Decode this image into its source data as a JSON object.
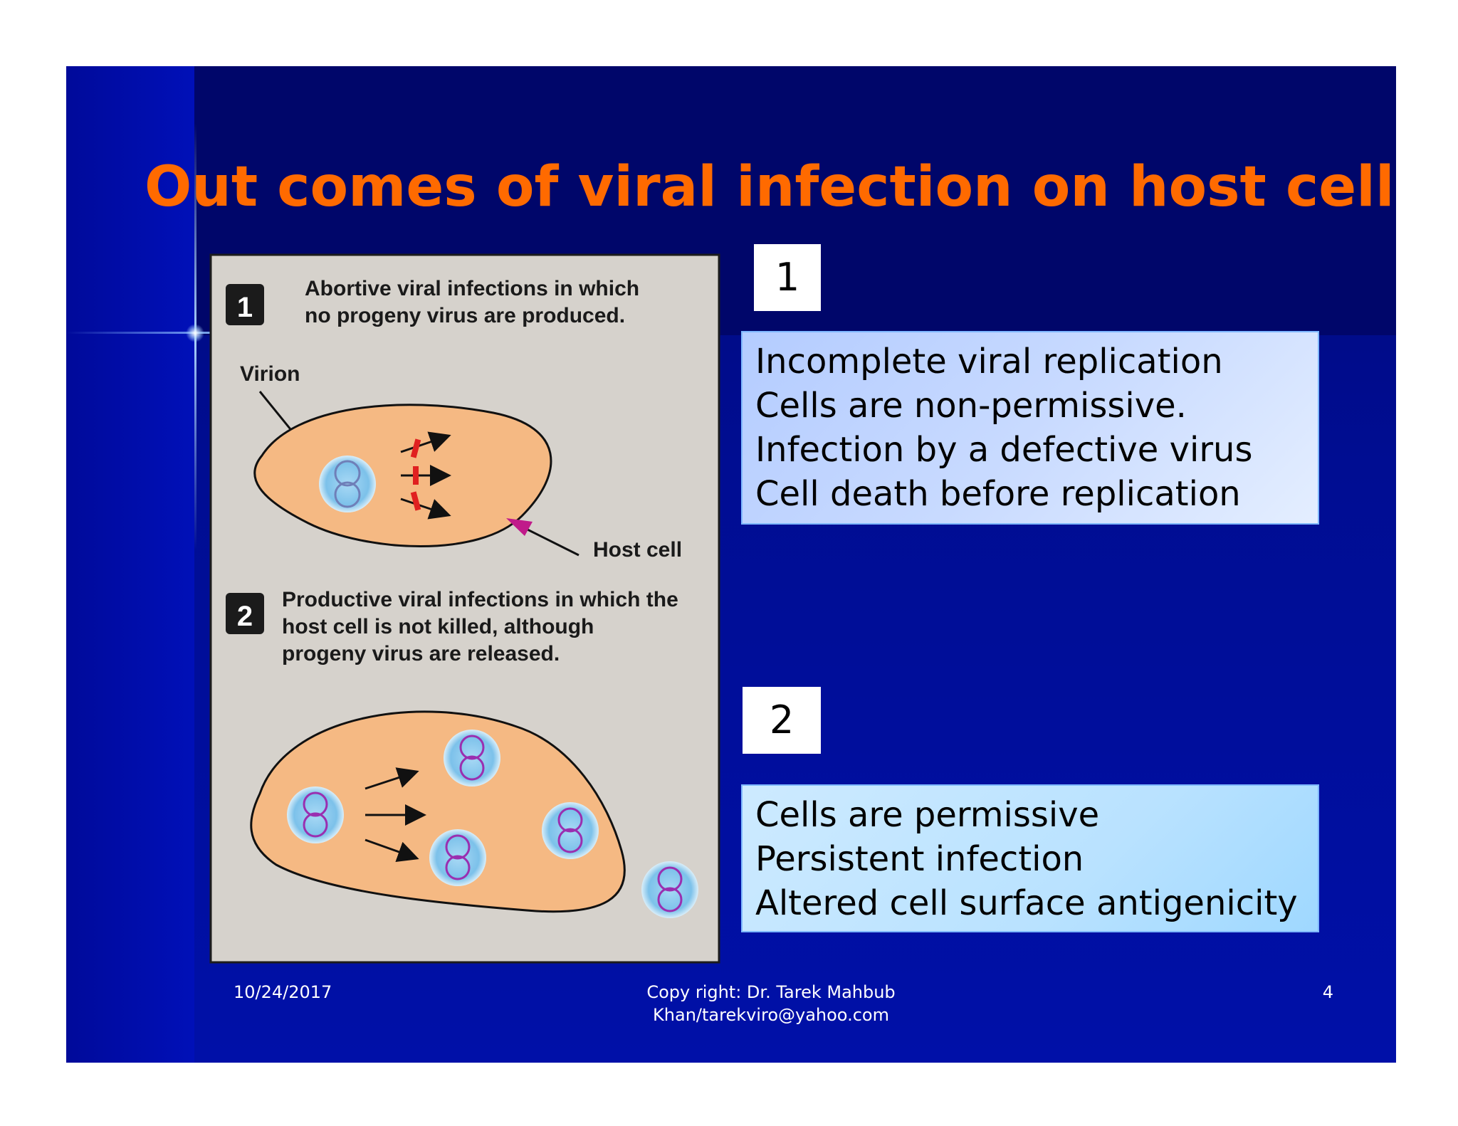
{
  "slide": {
    "title": "Out comes of viral infection on host cell",
    "colors": {
      "title": "#ff6a00",
      "background": "#00088c",
      "box_border": "#7fb8ff"
    }
  },
  "figure": {
    "panel1": {
      "badge": "1",
      "line1": "Abortive viral infections in which",
      "line2": "no progeny virus are produced.",
      "virion_label": "Virion",
      "host_cell_label": "Host cell"
    },
    "panel2": {
      "badge": "2",
      "line1": "Productive viral infections in which the",
      "line2": "host cell is not killed, although",
      "line3": "progeny virus are released."
    }
  },
  "outcome1": {
    "number": "1",
    "lines": [
      "Incomplete viral replication",
      "Cells are non-permissive.",
      "Infection by a defective virus",
      "Cell death before replication"
    ]
  },
  "outcome2": {
    "number": "2",
    "lines": [
      "Cells are permissive",
      "Persistent infection",
      "Altered cell surface antigenicity"
    ]
  },
  "footer": {
    "date": "10/24/2017",
    "copyright_line1": "Copy right: Dr. Tarek Mahbub",
    "copyright_line2": "Khan/tarekviro@yahoo.com",
    "page_number": "4"
  }
}
